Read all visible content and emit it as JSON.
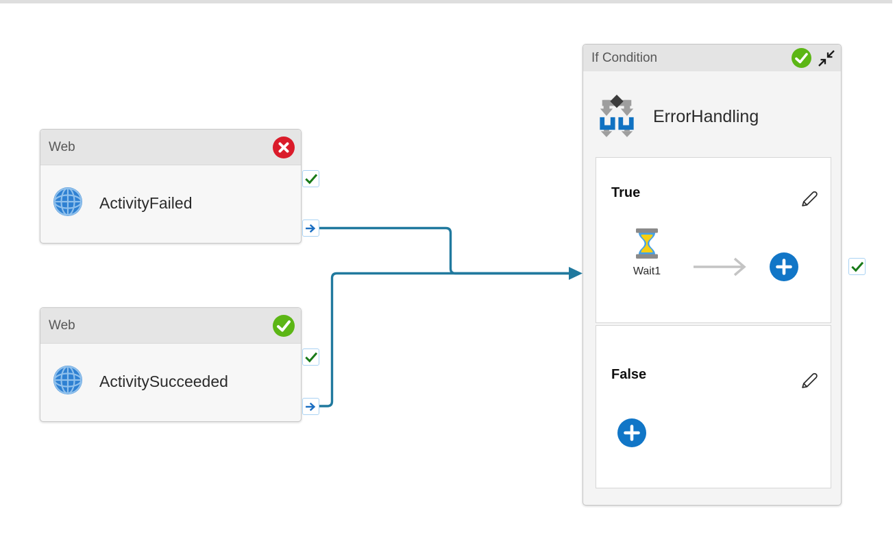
{
  "colors": {
    "connector": "#20799e",
    "successGreen": "#5cb615",
    "errorRed": "#da1b2a",
    "checkGreen": "#187a18",
    "arrowBlue": "#1b6ec2",
    "addBlue": "#1176c7",
    "headerGray": "#e5e5e5",
    "nodeBodyGray": "#f7f7f7"
  },
  "pipeline": {
    "activity1": {
      "type": "Web",
      "name": "ActivityFailed",
      "status": "failed"
    },
    "activity2": {
      "type": "Web",
      "name": "ActivitySucceeded",
      "status": "succeeded"
    },
    "ifCondition": {
      "type": "If Condition",
      "name": "ErrorHandling",
      "status": "succeeded",
      "trueBranch": {
        "label": "True",
        "activity": {
          "name": "Wait1"
        }
      },
      "falseBranch": {
        "label": "False"
      }
    }
  }
}
